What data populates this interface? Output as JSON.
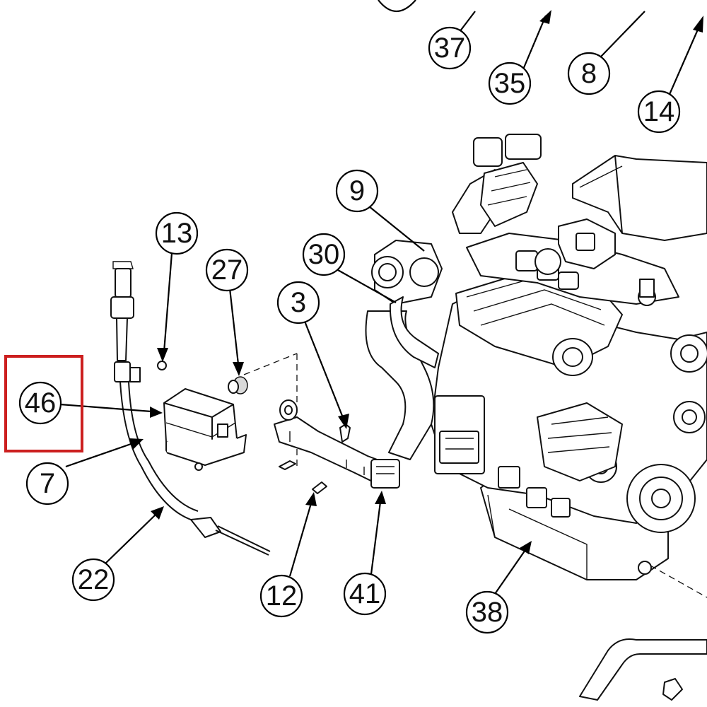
{
  "diagram": {
    "callouts": [
      {
        "id": "c37",
        "label": "37"
      },
      {
        "id": "c35",
        "label": "35"
      },
      {
        "id": "c8",
        "label": "8"
      },
      {
        "id": "c14",
        "label": "14"
      },
      {
        "id": "c9",
        "label": "9"
      },
      {
        "id": "c30",
        "label": "30"
      },
      {
        "id": "c13",
        "label": "13"
      },
      {
        "id": "c27",
        "label": "27"
      },
      {
        "id": "c3",
        "label": "3"
      },
      {
        "id": "c46",
        "label": "46"
      },
      {
        "id": "c7",
        "label": "7"
      },
      {
        "id": "c22",
        "label": "22"
      },
      {
        "id": "c12",
        "label": "12"
      },
      {
        "id": "c41",
        "label": "41"
      },
      {
        "id": "c38",
        "label": "38"
      }
    ],
    "highlight": {
      "target": "46",
      "color": "#cc1f1f"
    }
  }
}
